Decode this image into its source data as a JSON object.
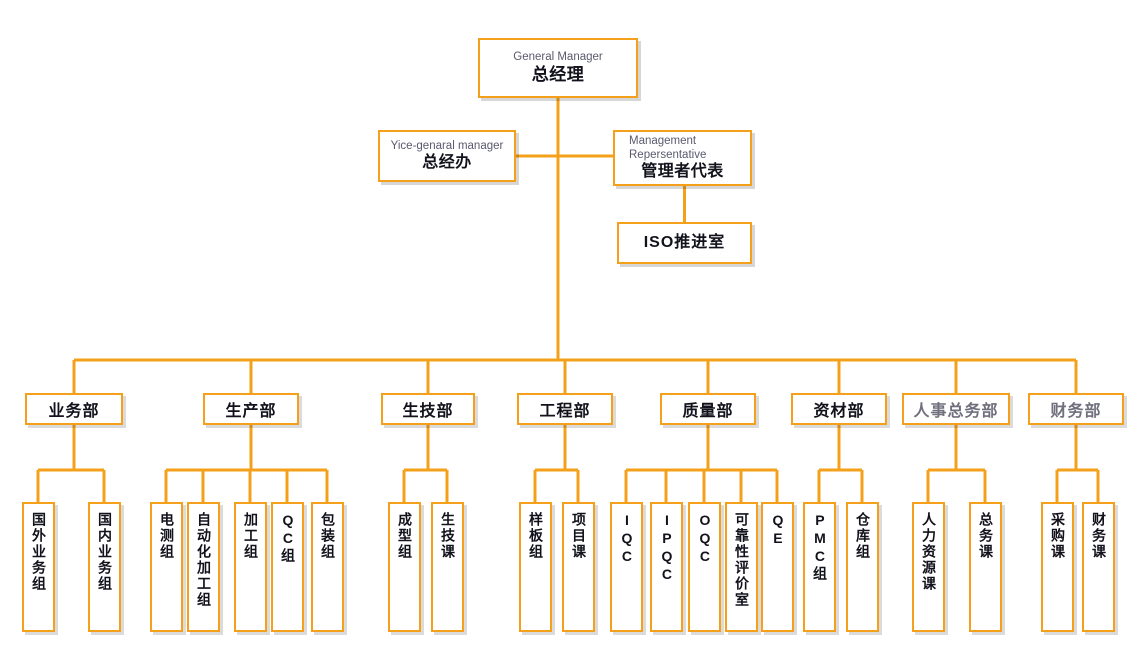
{
  "theme": {
    "line_color": "#F5A01B",
    "border_color": "#F5A01B",
    "text_color": "#12121c",
    "muted_text_color": "#6f6f7d",
    "english_text_color": "#5A5A6E",
    "background": "#ffffff"
  },
  "top": {
    "en": "General Manager",
    "cn": "总经理"
  },
  "vice": {
    "en": "Yice-genaral manager",
    "cn": "总经办"
  },
  "mgmt_rep": {
    "en": "Management\nRepersentative",
    "cn": "管理者代表"
  },
  "iso": {
    "cn": "ISO推进室"
  },
  "departments": [
    {
      "label": "业务部",
      "muted": false,
      "children": [
        {
          "label": "国外业务组"
        },
        {
          "label": "国内业务组"
        }
      ]
    },
    {
      "label": "生产部",
      "muted": false,
      "children": [
        {
          "label": "电测组"
        },
        {
          "label": "自动化加工组"
        },
        {
          "label": "加工组"
        },
        {
          "label": "QC组"
        },
        {
          "label": "包装组"
        }
      ]
    },
    {
      "label": "生技部",
      "muted": false,
      "children": [
        {
          "label": "成型组"
        },
        {
          "label": "生技课"
        }
      ]
    },
    {
      "label": "工程部",
      "muted": false,
      "children": [
        {
          "label": "样板组"
        },
        {
          "label": "项目课"
        }
      ]
    },
    {
      "label": "质量部",
      "muted": false,
      "children": [
        {
          "label": "IQC"
        },
        {
          "label": "IPQC"
        },
        {
          "label": "OQC"
        },
        {
          "label": "可靠性评价室"
        },
        {
          "label": "QE"
        }
      ]
    },
    {
      "label": "资材部",
      "muted": false,
      "children": [
        {
          "label": "PMC组"
        },
        {
          "label": "仓库组"
        }
      ]
    },
    {
      "label": "人事总务部",
      "muted": true,
      "children": [
        {
          "label": "人力资源课"
        },
        {
          "label": "总务课"
        }
      ]
    },
    {
      "label": "财务部",
      "muted": true,
      "children": [
        {
          "label": "采购课"
        },
        {
          "label": "财务课"
        }
      ]
    }
  ]
}
